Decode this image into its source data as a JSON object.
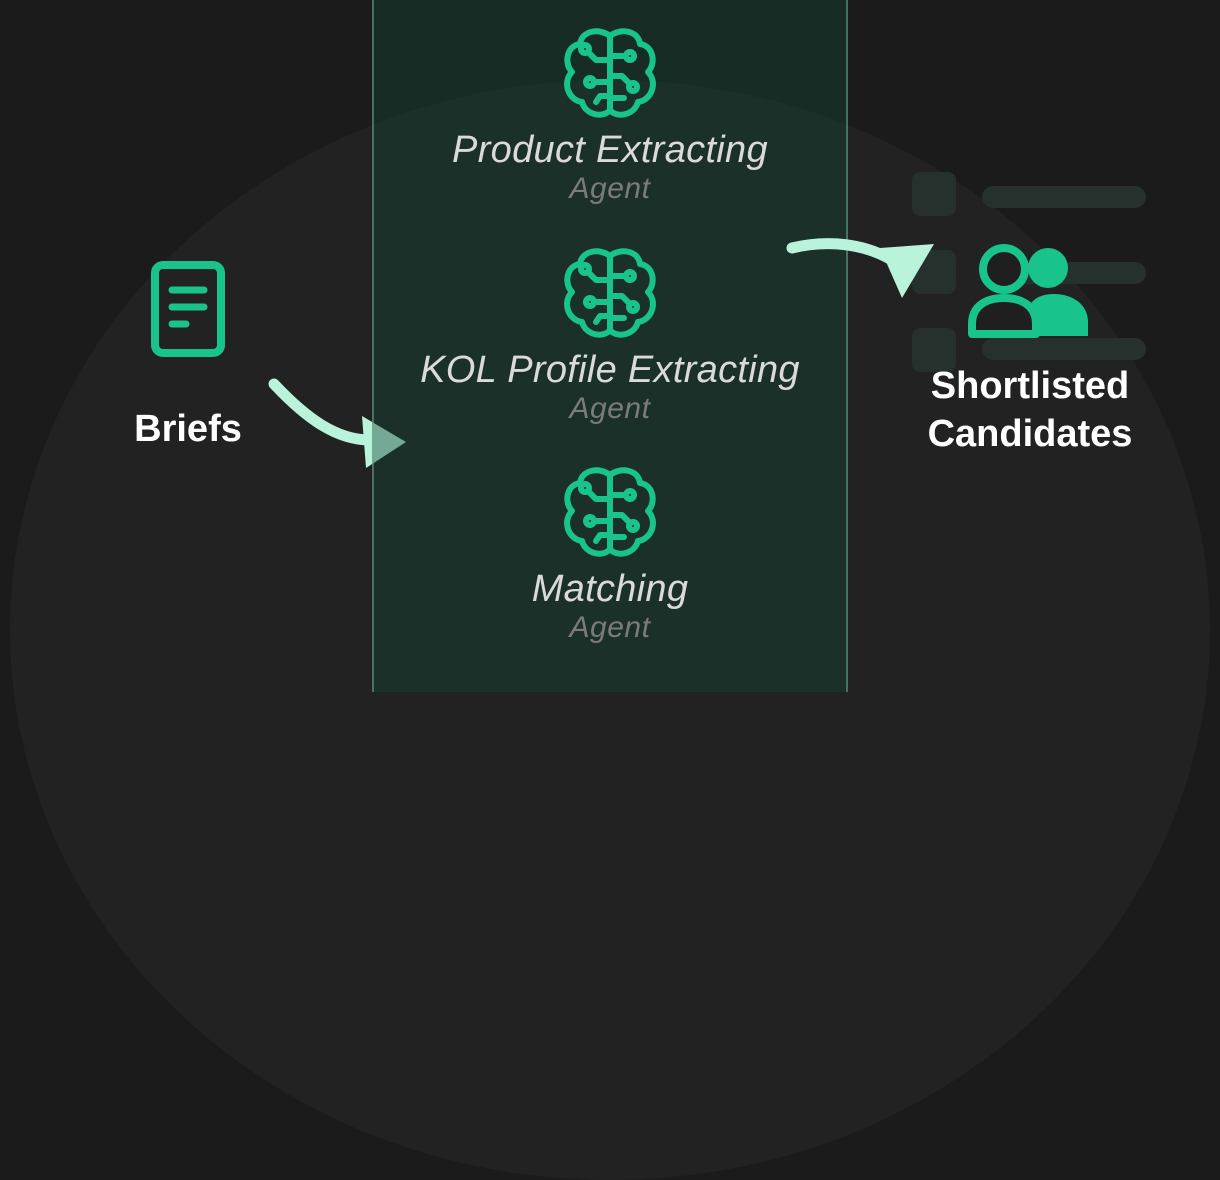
{
  "input": {
    "label": "Briefs",
    "icon": "document-icon"
  },
  "agents": [
    {
      "name": "Product Extracting",
      "role": "Agent",
      "icon": "brain-circuit-icon"
    },
    {
      "name": "KOL Profile Extracting",
      "role": "Agent",
      "icon": "brain-circuit-icon"
    },
    {
      "name": "Matching",
      "role": "Agent",
      "icon": "brain-circuit-icon"
    }
  ],
  "output": {
    "label_line1": "Shortlisted",
    "label_line2": "Candidates",
    "icon": "users-icon"
  },
  "colors": {
    "accent": "#19c48c",
    "arrow": "#b8f3da",
    "panel": "#16463a",
    "background": "#1b1b1b"
  }
}
